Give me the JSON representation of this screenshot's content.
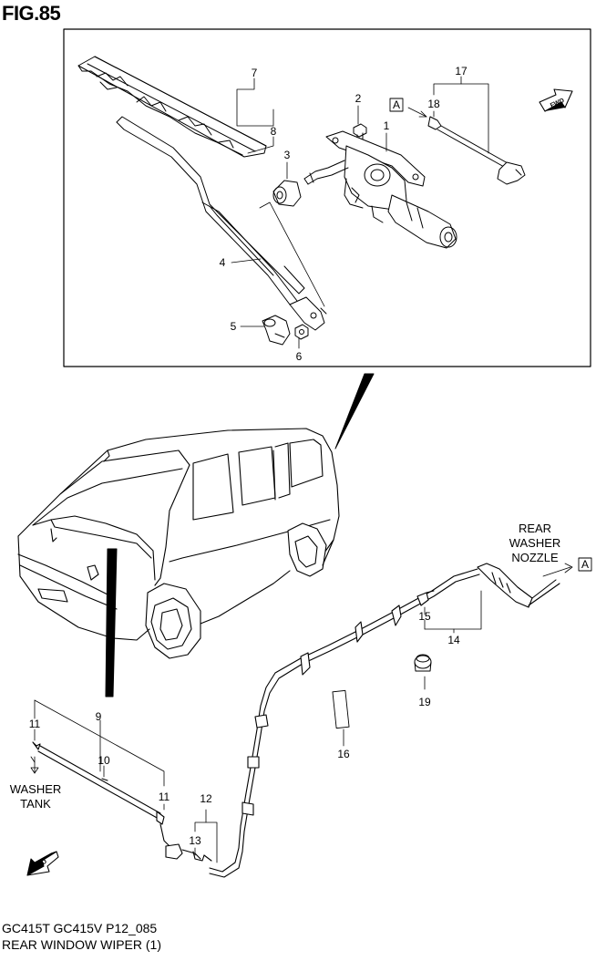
{
  "figure": {
    "title": "FIG.85",
    "code_line": "GC415T GC415V P12_085",
    "name_line": "REAR WINDOW WIPER (1)"
  },
  "callouts": {
    "c1": "1",
    "c2": "2",
    "c3": "3",
    "c4": "4",
    "c5": "5",
    "c6": "6",
    "c7": "7",
    "c8": "8",
    "c9": "9",
    "c10": "10",
    "c11a": "11",
    "c11b": "11",
    "c12": "12",
    "c13": "13",
    "c14": "14",
    "c15": "15",
    "c16": "16",
    "c17": "17",
    "c18": "18",
    "c19": "19"
  },
  "reference_marks": {
    "top": "A",
    "right": "A"
  },
  "labels": {
    "rear_washer_nozzle": [
      "REAR",
      "WASHER",
      "NOZZLE"
    ],
    "washer_tank": [
      "WASHER",
      "TANK"
    ],
    "fwd": "FWD"
  }
}
